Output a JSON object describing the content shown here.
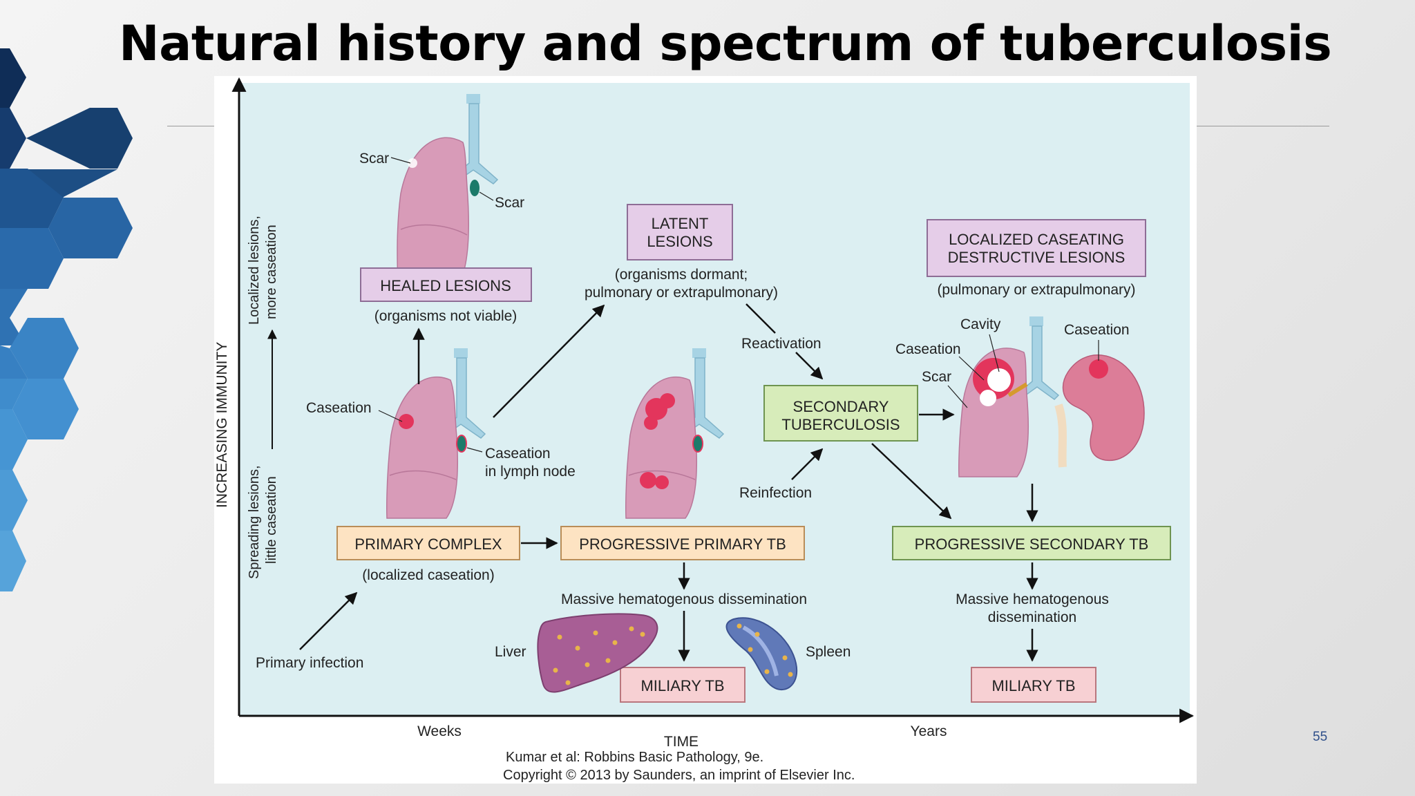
{
  "slide": {
    "title": "Natural history and spectrum of tuberculosis",
    "page_number": "55"
  },
  "colors": {
    "panel_bg": "#dceff2",
    "lung_fill": "#d89bb8",
    "airway": "#a7d3e4",
    "lesion": "#e3355c",
    "box_purple": "#e5cde8",
    "box_orange": "#fde3c2",
    "box_green": "#d7ecba",
    "box_pink": "#f7d0d3",
    "hex_dark": "#0f2d57",
    "hex_light": "#4d9bd6"
  },
  "diagram": {
    "y_axis": "INCREASING IMMUNITY",
    "x_axis": "TIME",
    "x_ticks": [
      "Weeks",
      "Years"
    ],
    "y_side_upper": [
      "Localized lesions,",
      "more caseation"
    ],
    "y_side_lower": [
      "Spreading lesions,",
      "little caseation"
    ],
    "boxes": {
      "healed": "HEALED LESIONS",
      "latent": [
        "LATENT",
        "LESIONS"
      ],
      "localized": [
        "LOCALIZED CASEATING",
        "DESTRUCTIVE LESIONS"
      ],
      "secondary": [
        "SECONDARY",
        "TUBERCULOSIS"
      ],
      "primary_complex": "PRIMARY COMPLEX",
      "progressive_primary": "PROGRESSIVE PRIMARY TB",
      "progressive_secondary": "PROGRESSIVE SECONDARY TB",
      "miliary_left": "MILIARY TB",
      "miliary_right": "MILIARY TB"
    },
    "notes": {
      "healed": "(organisms not viable)",
      "latent": [
        "(organisms dormant;",
        "pulmonary or extrapulmonary)"
      ],
      "localized": "(pulmonary or extrapulmonary)",
      "primary": "(localized caseation)",
      "massive_left": "Massive hematogenous dissemination",
      "massive_right": [
        "Massive hematogenous",
        "dissemination"
      ]
    },
    "labels": {
      "scar_top": "Scar",
      "scar_node": "Scar",
      "caseation": "Caseation",
      "caseation_node": [
        "Caseation",
        "in lymph node"
      ],
      "reactivation": "Reactivation",
      "reinfection": "Reinfection",
      "primary_infection": "Primary infection",
      "liver": "Liver",
      "spleen": "Spleen",
      "cavity": "Cavity",
      "caseation_right": "Caseation",
      "scar_right": "Scar",
      "caseation_kidney": "Caseation"
    },
    "credit": [
      "Kumar et al: Robbins Basic Pathology, 9e.",
      "Copyright © 2013  by Saunders, an imprint of Elsevier Inc."
    ]
  }
}
